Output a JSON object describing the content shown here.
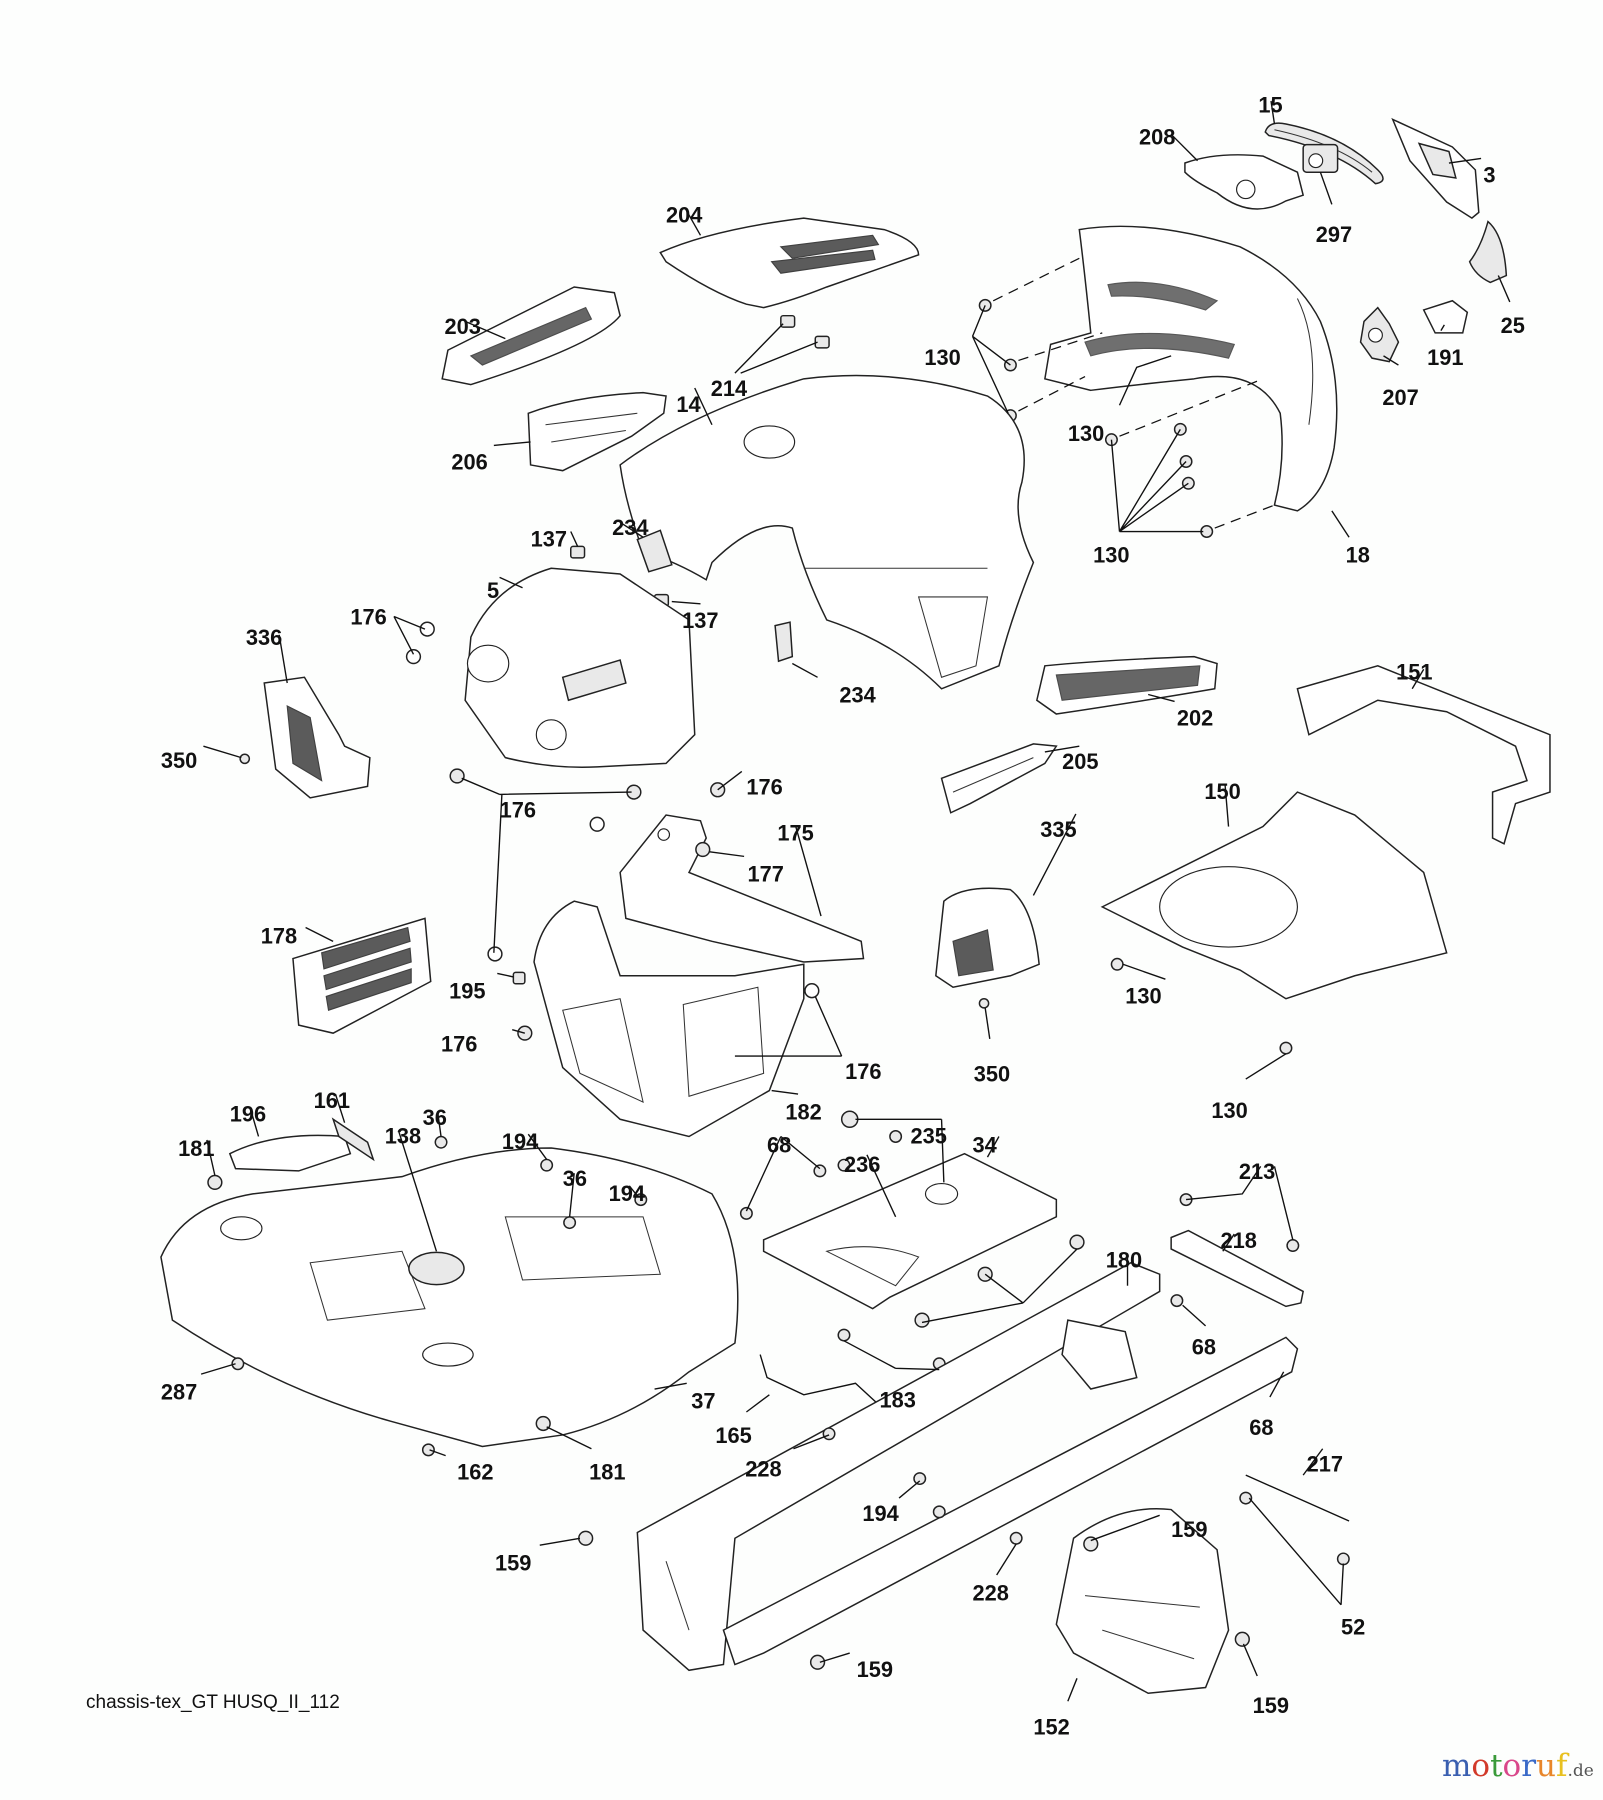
{
  "diagram": {
    "caption": "chassis-tex_GT HUSQ_II_112",
    "logo": {
      "letters": [
        "m",
        "o",
        "t",
        "o",
        "r",
        "u",
        "f"
      ],
      "letter_colors": [
        "#3a5fb0",
        "#d23a2a",
        "#3a9a3a",
        "#d9478a",
        "#3a6ac8",
        "#e8862a",
        "#e8c020"
      ],
      "suffix": ".de",
      "suffix_color": "#555555"
    },
    "callouts": [
      "15",
      "208",
      "3",
      "297",
      "204",
      "25",
      "191",
      "203",
      "214",
      "130",
      "207",
      "14",
      "206",
      "130",
      "130",
      "18",
      "137",
      "234",
      "5",
      "176",
      "137",
      "336",
      "234",
      "202",
      "350",
      "176",
      "176",
      "151",
      "205",
      "175",
      "177",
      "150",
      "335",
      "178",
      "195",
      "130",
      "176",
      "176",
      "350",
      "182",
      "130",
      "161",
      "196",
      "181",
      "36",
      "138",
      "194",
      "36",
      "194",
      "68",
      "235",
      "34",
      "236",
      "213",
      "218",
      "180",
      "68",
      "183",
      "287",
      "37",
      "165",
      "68",
      "228",
      "162",
      "181",
      "217",
      "194",
      "159",
      "159",
      "228",
      "52",
      "159",
      "159",
      "152"
    ]
  }
}
